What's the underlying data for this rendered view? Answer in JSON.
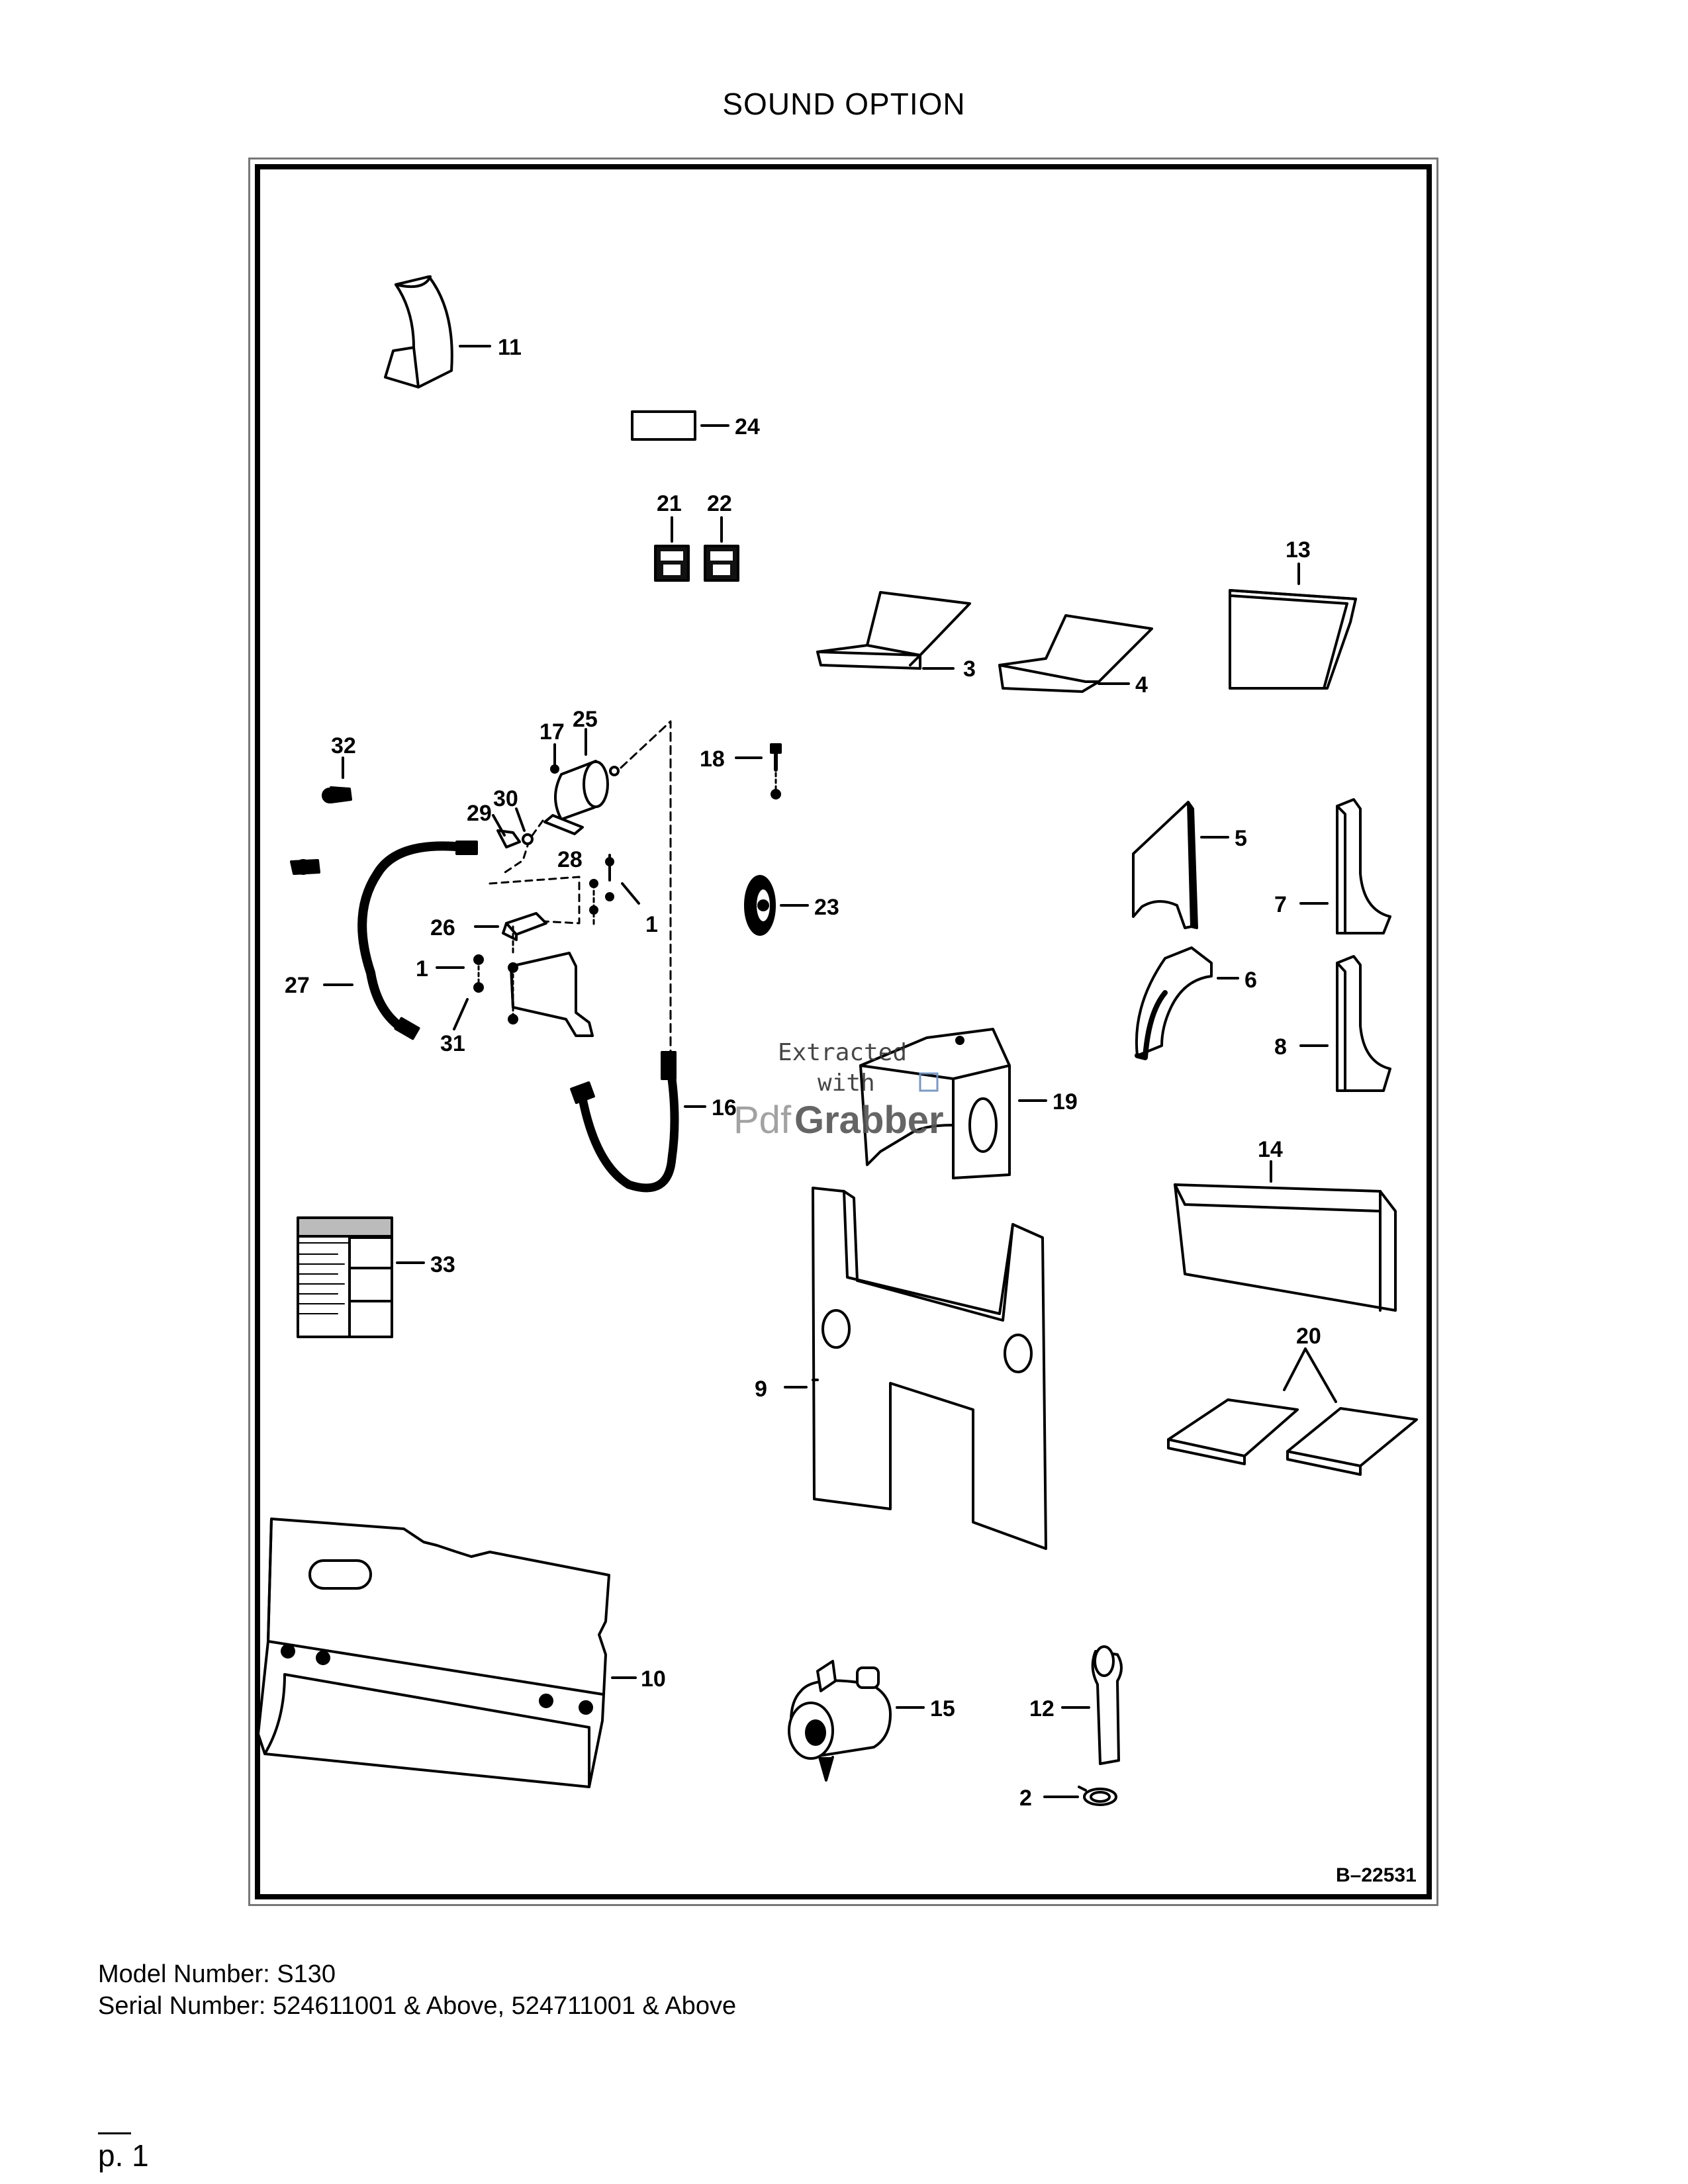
{
  "title": "SOUND OPTION",
  "figure_id": "B–22531",
  "callouts": {
    "c1a": "1",
    "c1b": "1",
    "c2": "2",
    "c3": "3",
    "c4": "4",
    "c5": "5",
    "c6": "6",
    "c7": "7",
    "c8": "8",
    "c9": "9",
    "c10": "10",
    "c11": "11",
    "c12": "12",
    "c13": "13",
    "c14": "14",
    "c15": "15",
    "c16": "16",
    "c17": "17",
    "c18": "18",
    "c19": "19",
    "c20": "20",
    "c21": "21",
    "c22": "22",
    "c23": "23",
    "c24": "24",
    "c25": "25",
    "c26": "26",
    "c27": "27",
    "c28": "28",
    "c29": "29",
    "c30": "30",
    "c31": "31",
    "c32": "32",
    "c33": "33"
  },
  "watermark": {
    "line1": "Extracted",
    "line2": "with",
    "brand_a": "Pdf",
    "brand_b": "Grabber"
  },
  "footer": {
    "model": "Model Number: S130",
    "serial": "Serial Number: 524611001 & Above, 524711001 & Above"
  },
  "page_number": "p. 1"
}
